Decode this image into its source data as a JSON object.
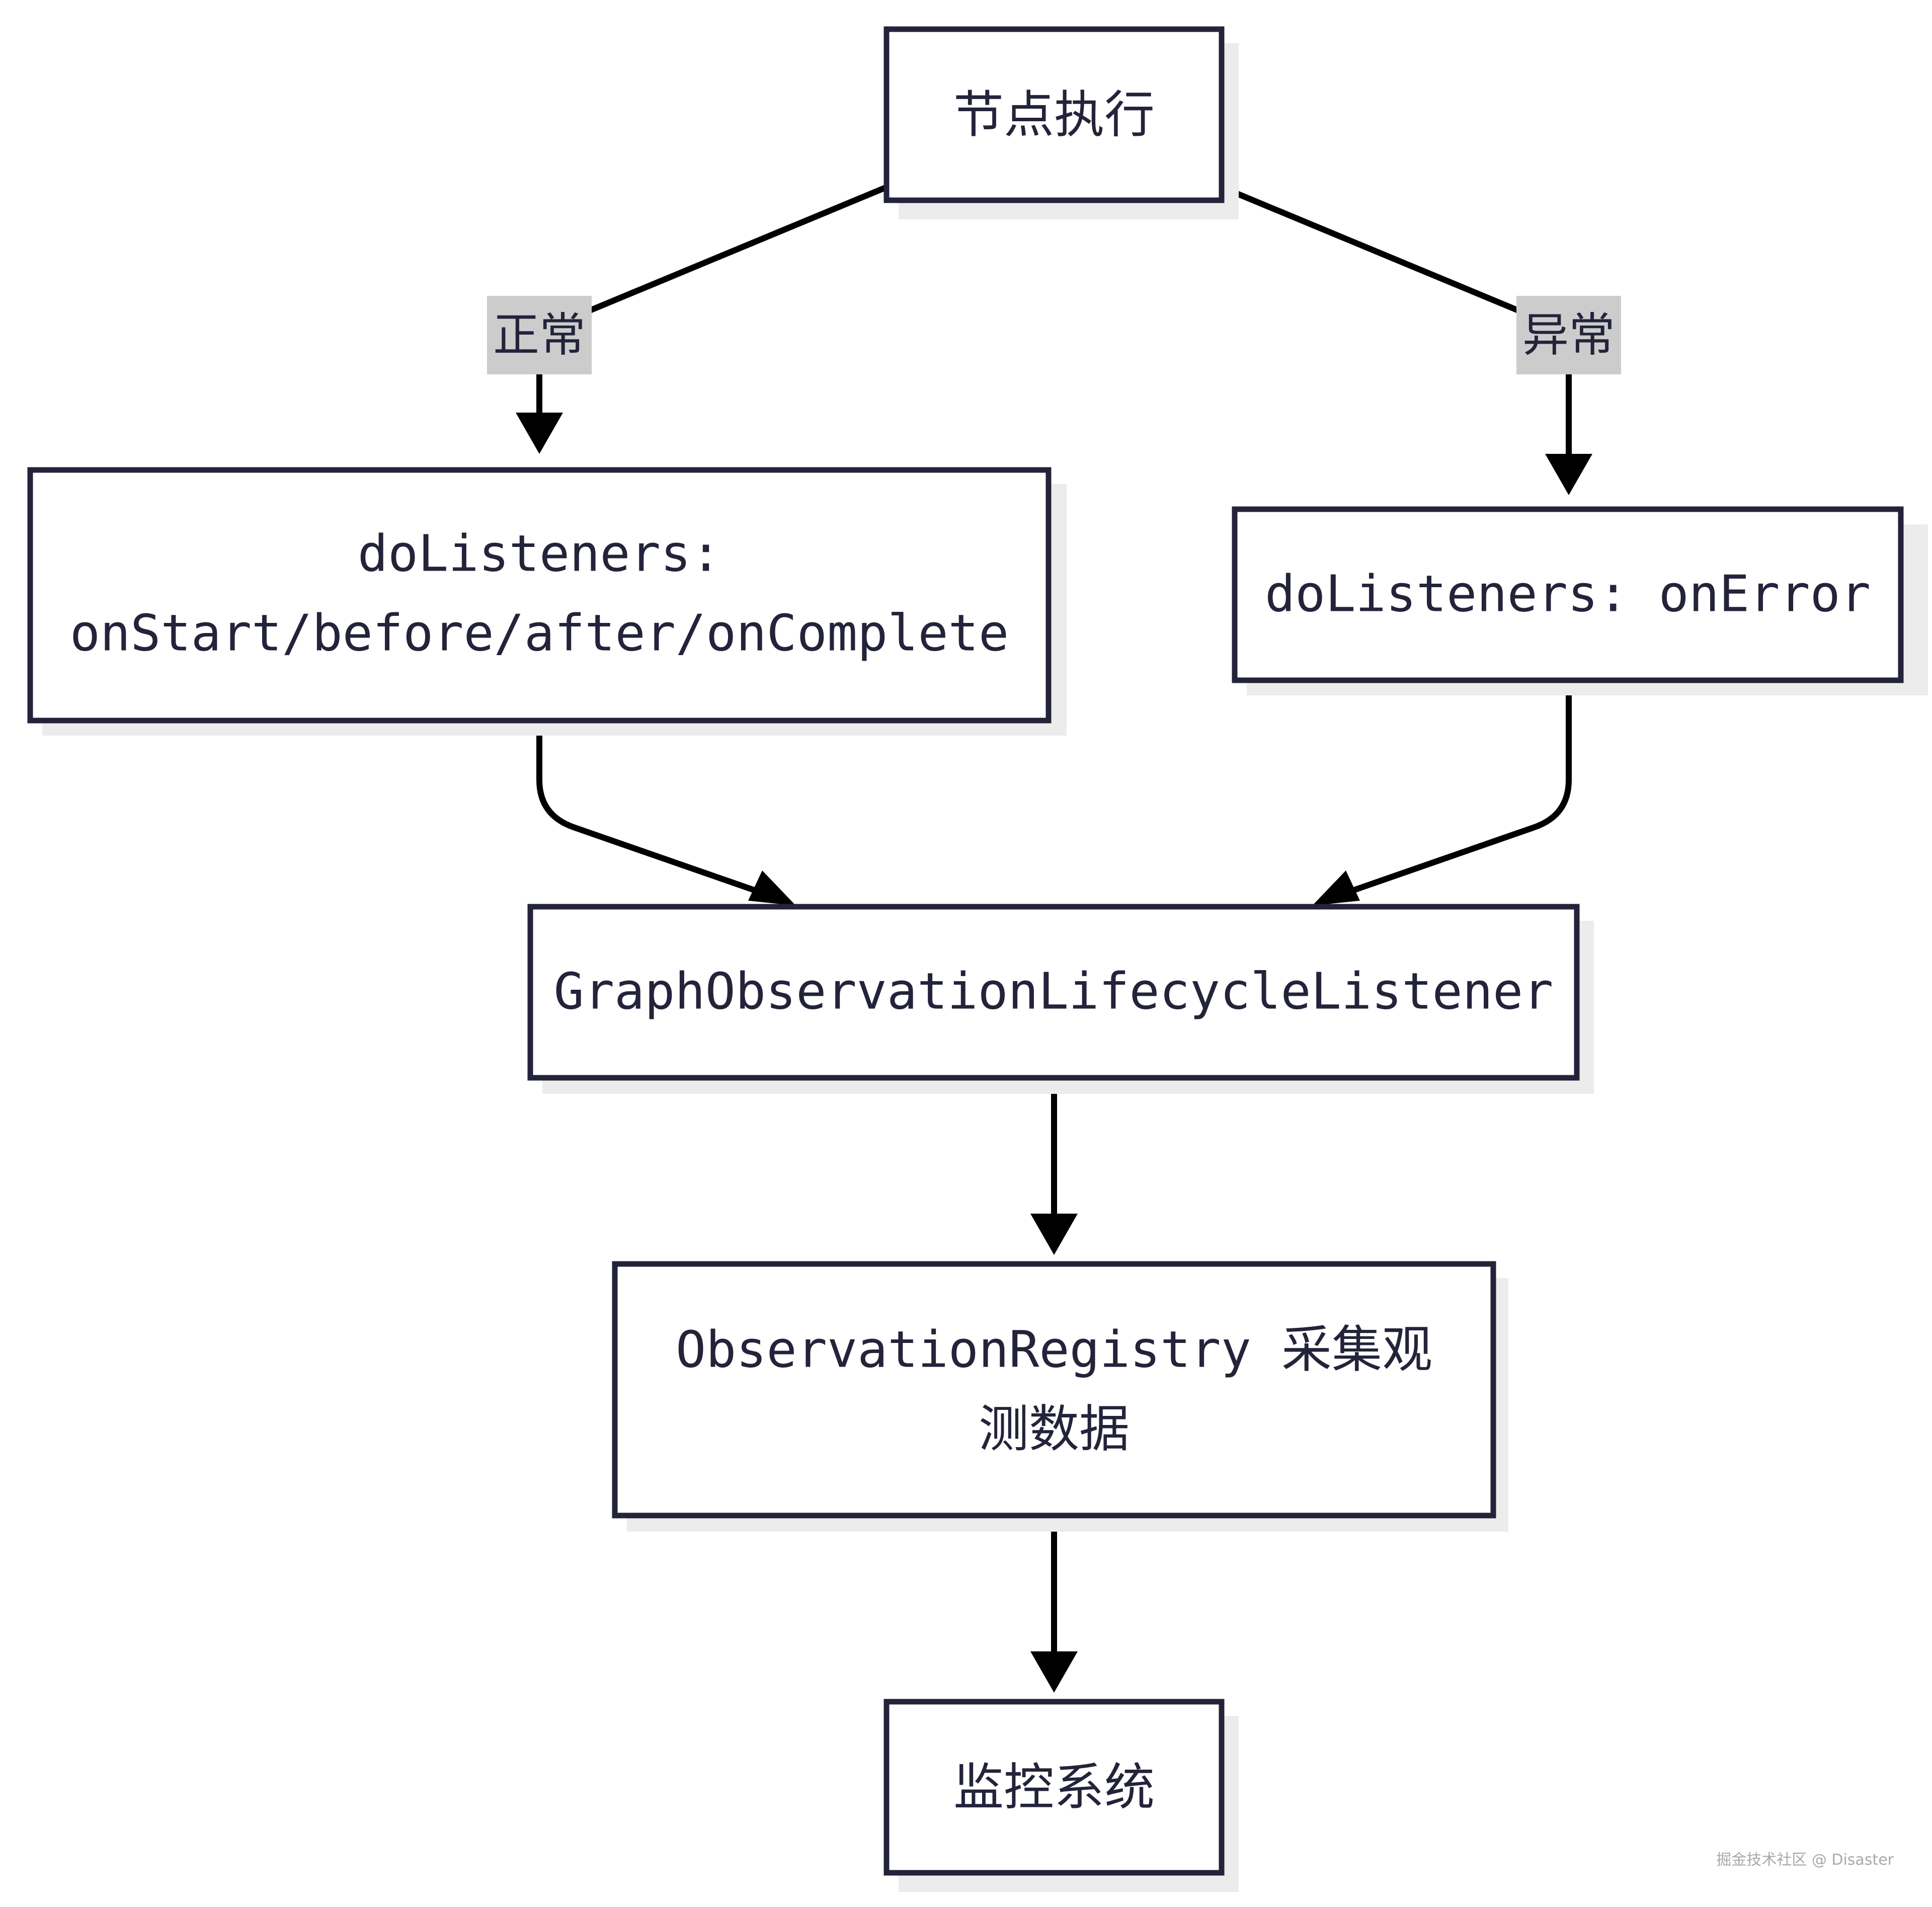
{
  "nodes": {
    "node_exec": {
      "label": "节点执行"
    },
    "normal_listeners": {
      "line1": "doListeners:",
      "line2": "onStart/before/after/onComplete"
    },
    "error_listeners": {
      "label": "doListeners: onError"
    },
    "lifecycle_listener": {
      "label": "GraphObservationLifecycleListener"
    },
    "registry": {
      "line1": "ObservationRegistry 采集观",
      "line2": "测数据"
    },
    "monitor": {
      "label": "监控系统"
    }
  },
  "edges": {
    "normal": {
      "label": "正常"
    },
    "error": {
      "label": "异常"
    }
  },
  "watermark": "掘金技术社区 @ Disaster"
}
